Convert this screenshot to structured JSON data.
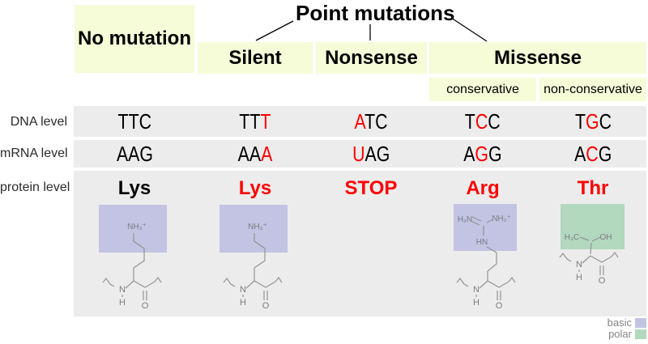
{
  "header": {
    "title": "Point mutations",
    "no_mutation_label": "No mutation",
    "branches": [
      "Silent",
      "Nonsense",
      "Missense"
    ],
    "missense_sub": [
      "conservative",
      "non-conservative"
    ]
  },
  "row_labels": {
    "dna": "DNA level",
    "mrna": "mRNA level",
    "protein": "protein level"
  },
  "columns": [
    {
      "name": "no-mutation",
      "dna": {
        "text": "TTC",
        "red": []
      },
      "mrna": {
        "text": "AAG",
        "red": []
      },
      "protein": {
        "text": "Lys",
        "color": "black"
      },
      "structure": "lysine"
    },
    {
      "name": "silent",
      "dna": {
        "text": "TTT",
        "red": [
          2
        ]
      },
      "mrna": {
        "text": "AAA",
        "red": [
          2
        ]
      },
      "protein": {
        "text": "Lys",
        "color": "red"
      },
      "structure": "lysine"
    },
    {
      "name": "nonsense",
      "dna": {
        "text": "ATC",
        "red": [
          0
        ]
      },
      "mrna": {
        "text": "UAG",
        "red": [
          0
        ]
      },
      "protein": {
        "text": "STOP",
        "color": "red"
      },
      "structure": null
    },
    {
      "name": "missense-conservative",
      "dna": {
        "text": "TCC",
        "red": [
          1
        ]
      },
      "mrna": {
        "text": "AGG",
        "red": [
          1
        ]
      },
      "protein": {
        "text": "Arg",
        "color": "red"
      },
      "structure": "arginine"
    },
    {
      "name": "missense-non-conservative",
      "dna": {
        "text": "TGC",
        "red": [
          1
        ]
      },
      "mrna": {
        "text": "ACG",
        "red": [
          1
        ]
      },
      "protein": {
        "text": "Thr",
        "color": "red"
      },
      "structure": "threonine"
    }
  ],
  "structures": {
    "lysine": {
      "amine": "NH₃⁺"
    },
    "arginine": {
      "h2n": "H₂N",
      "nh2": "NH₂⁺",
      "hn": "HN"
    },
    "threonine": {
      "h3c": "H₃C",
      "oh": "OH"
    },
    "backbone": {
      "n": "N",
      "h": "H",
      "o": "O"
    }
  },
  "legend": [
    {
      "label": "basic",
      "color": "#c3c3e3"
    },
    {
      "label": "polar",
      "color": "#b2d8be"
    }
  ],
  "colors": {
    "red": "#ff0000",
    "highlight_yellow": "#f6fbd8",
    "row_gray": "#ececec",
    "basic": "#c3c3e3",
    "polar": "#b2d8be"
  }
}
